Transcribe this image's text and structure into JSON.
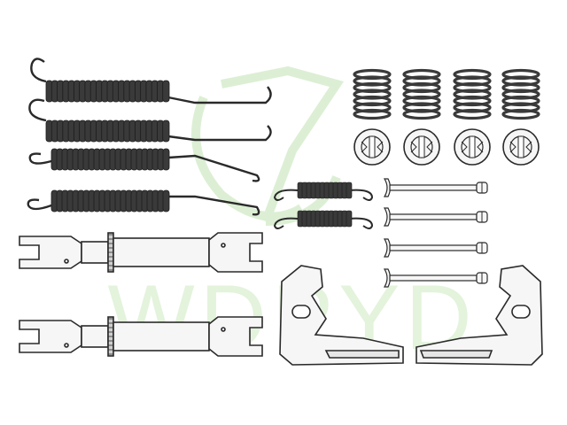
{
  "image": {
    "kind": "brake shoe hardware kit product photo",
    "background": "#ffffff",
    "watermark": {
      "text": "WDPYD",
      "color": "#dcefd4"
    },
    "parts": {
      "long_springs": 4,
      "short_springs": 2,
      "hold_down_springs": 4,
      "spring_cups": 4,
      "pins": 4,
      "adjuster_struts": 2,
      "retaining_plates": 2
    },
    "colors": {
      "spring": "#3a3a3a",
      "outline": "#2a2a2a",
      "metal": "#f6f6f6"
    }
  }
}
